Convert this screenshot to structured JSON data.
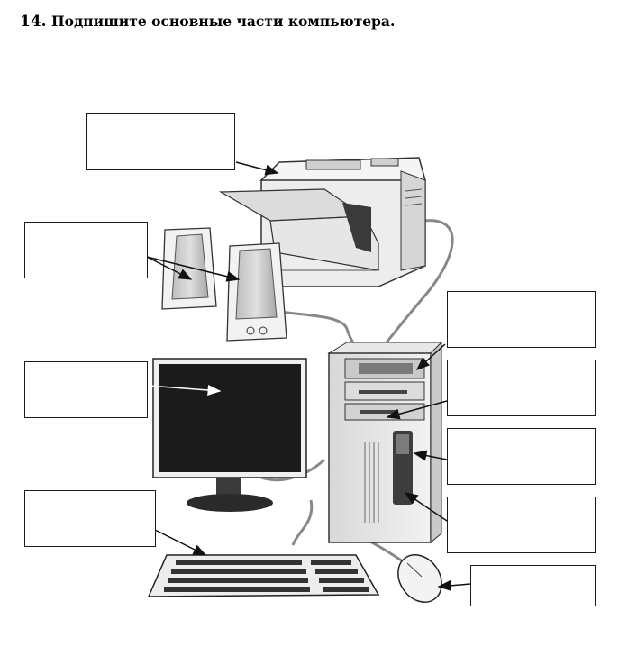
{
  "exercise": {
    "number": "14.",
    "text": "Подпишите основные части компьютера."
  },
  "answer_boxes": [
    {
      "target": "printer",
      "value": ""
    },
    {
      "target": "speakers",
      "value": ""
    },
    {
      "target": "monitor",
      "value": ""
    },
    {
      "target": "keyboard",
      "value": ""
    },
    {
      "target": "cd-drive",
      "value": ""
    },
    {
      "target": "floppy-drive",
      "value": ""
    },
    {
      "target": "power-button",
      "value": ""
    },
    {
      "target": "system-unit",
      "value": ""
    },
    {
      "target": "mouse",
      "value": ""
    }
  ],
  "colors": {
    "ink": "#1a1a1a",
    "screen": "#1b1b1b",
    "body": "#ececec"
  }
}
